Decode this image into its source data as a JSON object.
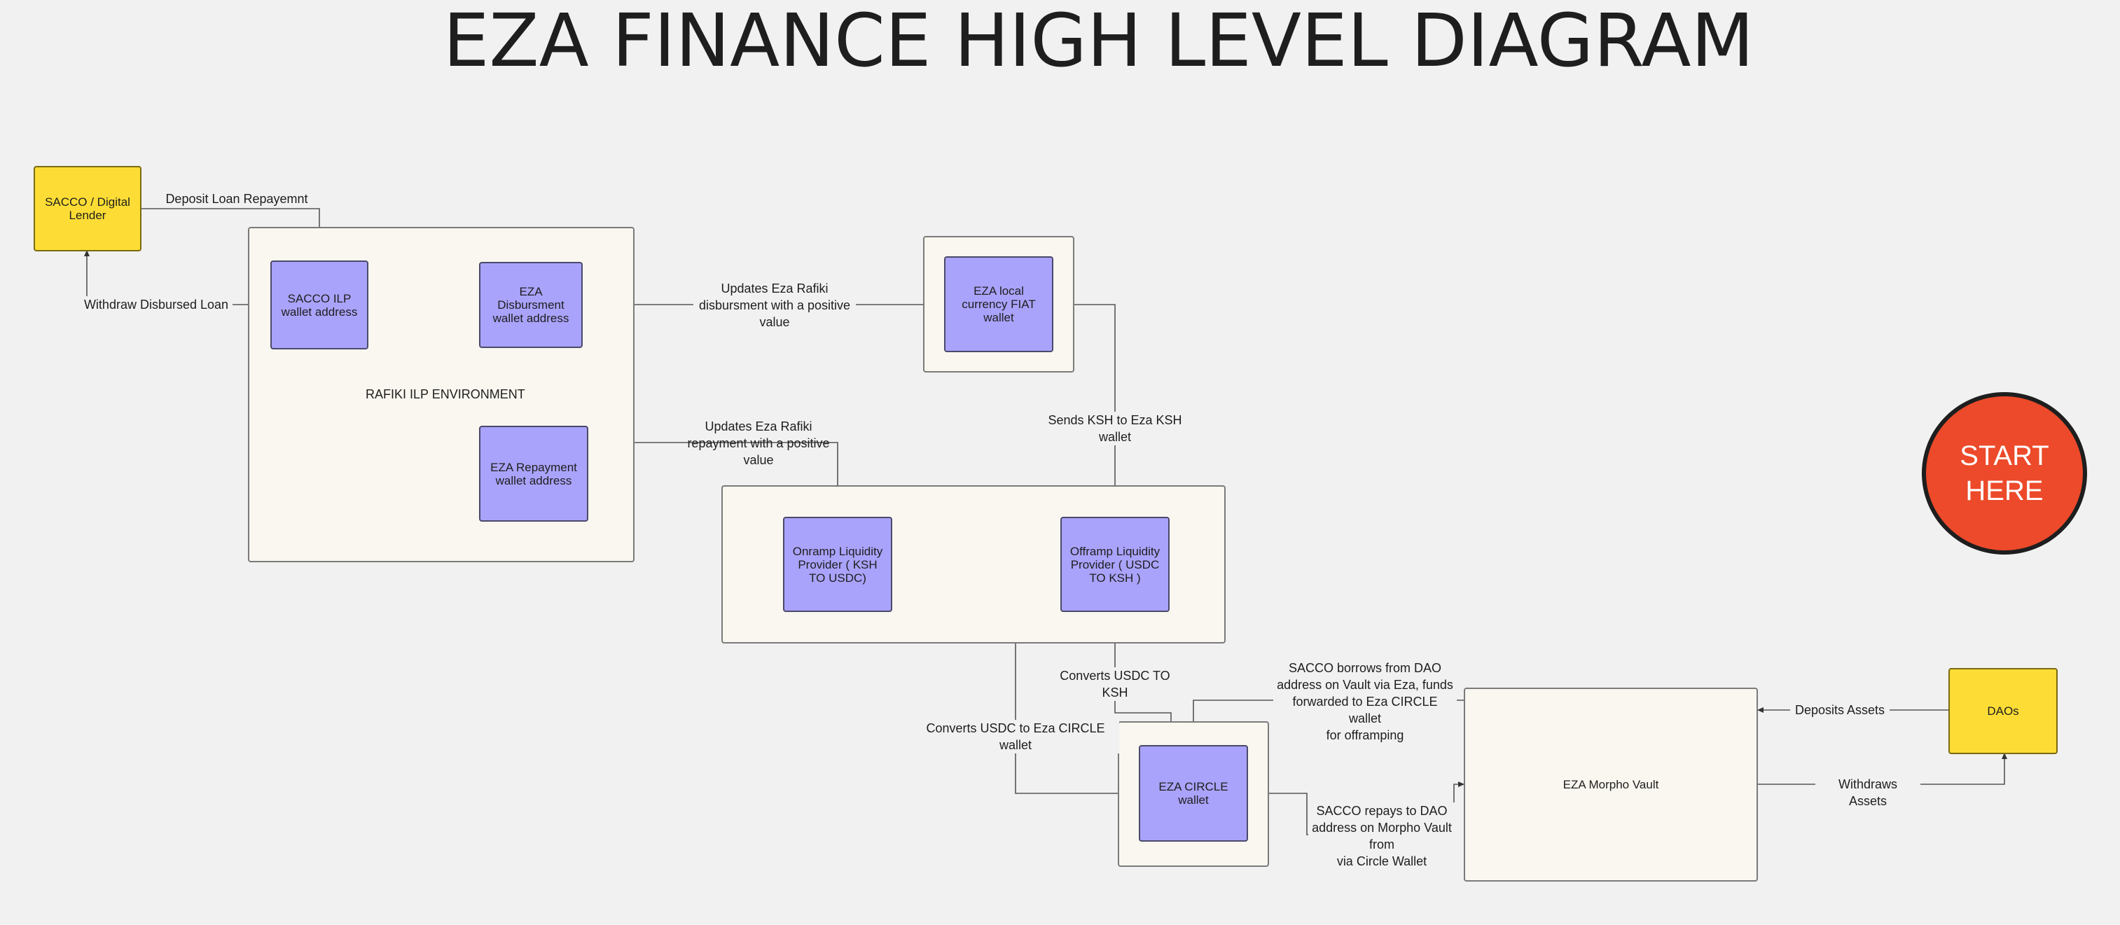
{
  "title": "EZA FINANCE HIGH LEVEL DIAGRAM",
  "start": "START\nHERE",
  "nodes": {
    "sacco_lender": "SACCO / Digital Lender",
    "sacco_ilp": "SACCO ILP wallet address",
    "eza_disbursment": "EZA Disbursment wallet address",
    "eza_repayment": "EZA Repayment wallet address",
    "rafiki_env": "RAFIKI ILP ENVIRONMENT",
    "eza_fiat": "EZA local currency FIAT wallet",
    "onramp": "Onramp Liquidity Provider ( KSH TO USDC)",
    "offramp": "Offramp Liquidity Provider ( USDC TO KSH )",
    "eza_circle": "EZA CIRCLE wallet",
    "morpho_vault": "EZA Morpho Vault",
    "daos": "DAOs"
  },
  "labels": {
    "deposit_loan": "Deposit Loan Repayemnt",
    "withdraw_loan": "Withdraw Disbursed Loan",
    "updates_disbursment": "Updates Eza Rafiki disbursment with a positive value",
    "updates_repayment": "Updates Eza Rafiki repayment with a positive value",
    "sends_ksh": "Sends KSH to Eza KSH wallet",
    "converts_ksh": "Converts USDC TO KSH",
    "converts_circle": "Converts USDC to Eza CIRCLE wallet",
    "sacco_borrows": "SACCO borrows from DAO address on Vault via Eza, funds forwarded to Eza CIRCLE wallet\nfor offramping",
    "sacco_repays": "SACCO repays to DAO address on Morpho Vault from\nvia Circle Wallet",
    "deposits_assets": "Deposits Assets",
    "withdraws_assets": "Withdraws Assets"
  }
}
